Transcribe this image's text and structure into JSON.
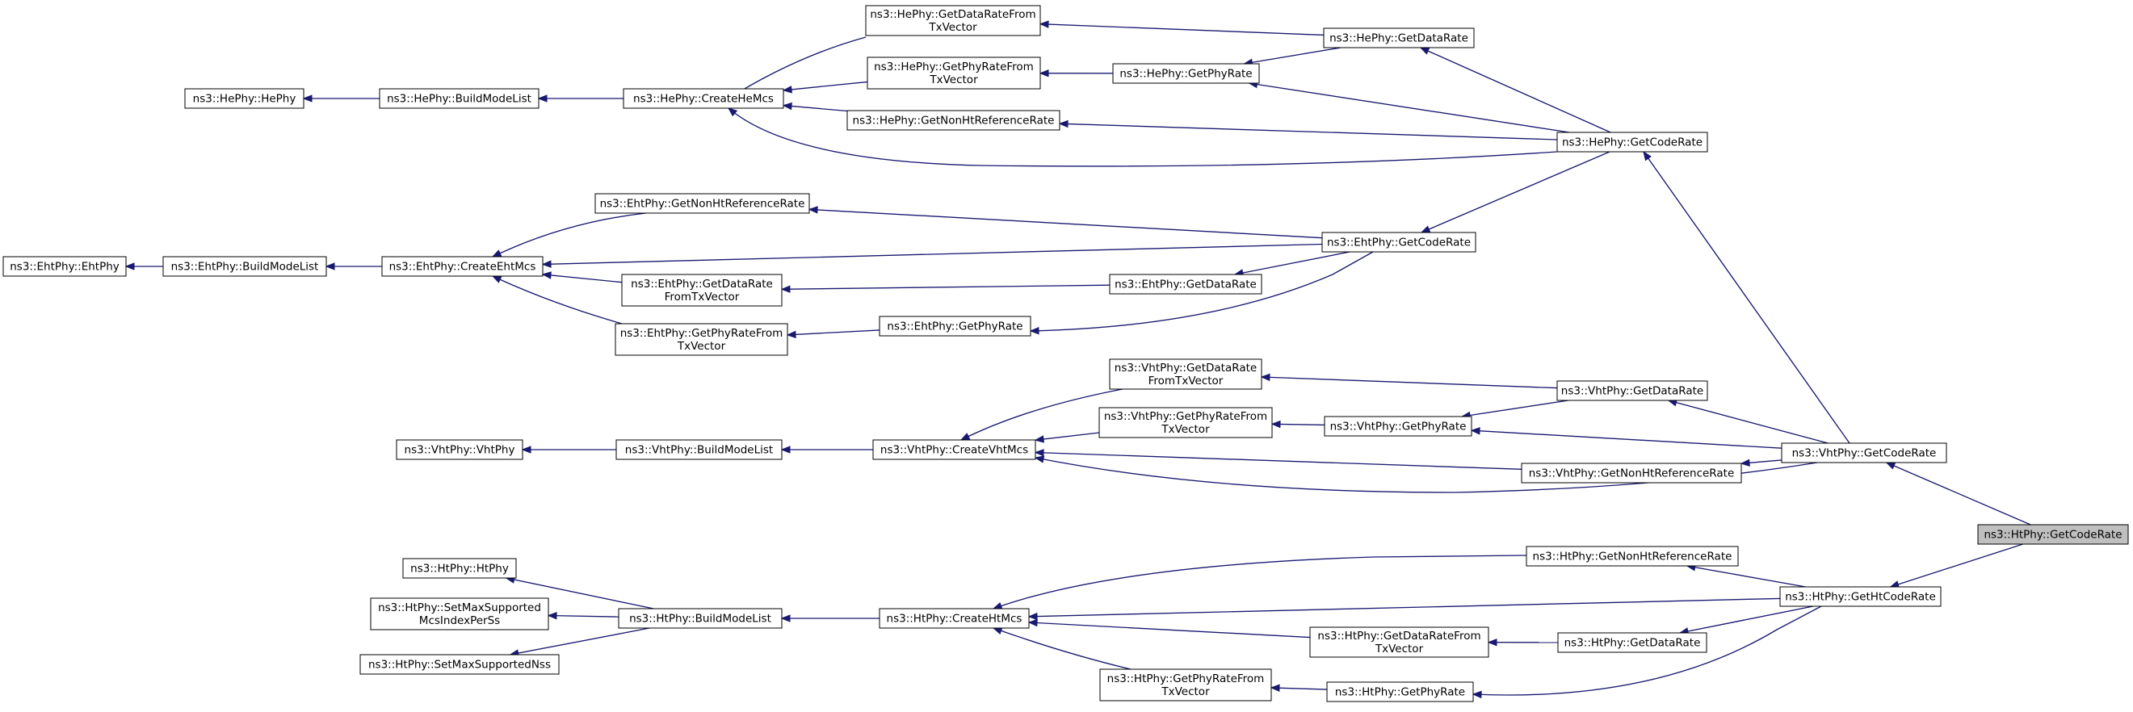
{
  "graph": {
    "colors": {
      "edge": "#191970",
      "node_fill": "#ffffff",
      "highlight_fill": "#bfbfbf",
      "border": "#000000"
    },
    "nodes": [
      {
        "id": "n1",
        "lines": [
          "ns3::HePhy::GetDataRateFrom",
          "TxVector"
        ]
      },
      {
        "id": "n2",
        "lines": [
          "ns3::HePhy::GetDataRate"
        ]
      },
      {
        "id": "n3",
        "lines": [
          "ns3::HePhy::GetPhyRateFrom",
          "TxVector"
        ]
      },
      {
        "id": "n4",
        "lines": [
          "ns3::HePhy::GetPhyRate"
        ]
      },
      {
        "id": "n5",
        "lines": [
          "ns3::HePhy::HePhy"
        ]
      },
      {
        "id": "n6",
        "lines": [
          "ns3::HePhy::BuildModeList"
        ]
      },
      {
        "id": "n7",
        "lines": [
          "ns3::HePhy::CreateHeMcs"
        ]
      },
      {
        "id": "n8",
        "lines": [
          "ns3::HePhy::GetNonHtReferenceRate"
        ]
      },
      {
        "id": "n9",
        "lines": [
          "ns3::HePhy::GetCodeRate"
        ]
      },
      {
        "id": "n10",
        "lines": [
          "ns3::EhtPhy::GetNonHtReferenceRate"
        ]
      },
      {
        "id": "n11",
        "lines": [
          "ns3::EhtPhy::EhtPhy"
        ]
      },
      {
        "id": "n12",
        "lines": [
          "ns3::EhtPhy::BuildModeList"
        ]
      },
      {
        "id": "n13",
        "lines": [
          "ns3::EhtPhy::CreateEhtMcs"
        ]
      },
      {
        "id": "n14",
        "lines": [
          "ns3::EhtPhy::GetCodeRate"
        ]
      },
      {
        "id": "n15",
        "lines": [
          "ns3::EhtPhy::GetDataRate",
          "FromTxVector"
        ]
      },
      {
        "id": "n16",
        "lines": [
          "ns3::EhtPhy::GetDataRate"
        ]
      },
      {
        "id": "n17",
        "lines": [
          "ns3::EhtPhy::GetPhyRateFrom",
          "TxVector"
        ]
      },
      {
        "id": "n18",
        "lines": [
          "ns3::EhtPhy::GetPhyRate"
        ]
      },
      {
        "id": "n19",
        "lines": [
          "ns3::VhtPhy::GetDataRate",
          "FromTxVector"
        ]
      },
      {
        "id": "n20",
        "lines": [
          "ns3::VhtPhy::GetDataRate"
        ]
      },
      {
        "id": "n21",
        "lines": [
          "ns3::VhtPhy::GetPhyRateFrom",
          "TxVector"
        ]
      },
      {
        "id": "n22",
        "lines": [
          "ns3::VhtPhy::GetPhyRate"
        ]
      },
      {
        "id": "n23",
        "lines": [
          "ns3::VhtPhy::VhtPhy"
        ]
      },
      {
        "id": "n24",
        "lines": [
          "ns3::VhtPhy::BuildModeList"
        ]
      },
      {
        "id": "n25",
        "lines": [
          "ns3::VhtPhy::CreateVhtMcs"
        ]
      },
      {
        "id": "n26",
        "lines": [
          "ns3::VhtPhy::GetCodeRate"
        ]
      },
      {
        "id": "n27",
        "lines": [
          "ns3::VhtPhy::GetNonHtReferenceRate"
        ]
      },
      {
        "id": "n28",
        "lines": [
          "ns3::HtPhy::GetCodeRate"
        ],
        "highlight": true
      },
      {
        "id": "n29",
        "lines": [
          "ns3::HtPhy::GetNonHtReferenceRate"
        ]
      },
      {
        "id": "n30",
        "lines": [
          "ns3::HtPhy::HtPhy"
        ]
      },
      {
        "id": "n31",
        "lines": [
          "ns3::HtPhy::GetHtCodeRate"
        ]
      },
      {
        "id": "n32",
        "lines": [
          "ns3::HtPhy::SetMaxSupported",
          "McsIndexPerSs"
        ]
      },
      {
        "id": "n33",
        "lines": [
          "ns3::HtPhy::BuildModeList"
        ]
      },
      {
        "id": "n34",
        "lines": [
          "ns3::HtPhy::CreateHtMcs"
        ]
      },
      {
        "id": "n35",
        "lines": [
          "ns3::HtPhy::GetDataRateFrom",
          "TxVector"
        ]
      },
      {
        "id": "n36",
        "lines": [
          "ns3::HtPhy::GetDataRate"
        ]
      },
      {
        "id": "n37",
        "lines": [
          "ns3::HtPhy::SetMaxSupportedNss"
        ]
      },
      {
        "id": "n38",
        "lines": [
          "ns3::HtPhy::GetPhyRateFrom",
          "TxVector"
        ]
      },
      {
        "id": "n39",
        "lines": [
          "ns3::HtPhy::GetPhyRate"
        ]
      }
    ],
    "edges": [
      [
        "n5",
        "n6"
      ],
      [
        "n6",
        "n7"
      ],
      [
        "n7",
        "n1"
      ],
      [
        "n7",
        "n3"
      ],
      [
        "n7",
        "n8"
      ],
      [
        "n7",
        "n9"
      ],
      [
        "n1",
        "n2"
      ],
      [
        "n3",
        "n4"
      ],
      [
        "n4",
        "n2"
      ],
      [
        "n2",
        "n9"
      ],
      [
        "n4",
        "n9"
      ],
      [
        "n8",
        "n9"
      ],
      [
        "n14",
        "n9"
      ],
      [
        "n9",
        "n26"
      ],
      [
        "n11",
        "n12"
      ],
      [
        "n12",
        "n13"
      ],
      [
        "n13",
        "n10"
      ],
      [
        "n13",
        "n14"
      ],
      [
        "n13",
        "n15"
      ],
      [
        "n13",
        "n17"
      ],
      [
        "n10",
        "n14"
      ],
      [
        "n15",
        "n16"
      ],
      [
        "n17",
        "n18"
      ],
      [
        "n16",
        "n14"
      ],
      [
        "n18",
        "n14"
      ],
      [
        "n23",
        "n24"
      ],
      [
        "n24",
        "n25"
      ],
      [
        "n25",
        "n19"
      ],
      [
        "n25",
        "n21"
      ],
      [
        "n25",
        "n27"
      ],
      [
        "n25",
        "n26"
      ],
      [
        "n19",
        "n20"
      ],
      [
        "n21",
        "n22"
      ],
      [
        "n22",
        "n20"
      ],
      [
        "n20",
        "n26"
      ],
      [
        "n22",
        "n26"
      ],
      [
        "n27",
        "n26"
      ],
      [
        "n26",
        "n28"
      ],
      [
        "n31",
        "n28"
      ],
      [
        "n30",
        "n33"
      ],
      [
        "n32",
        "n33"
      ],
      [
        "n37",
        "n33"
      ],
      [
        "n33",
        "n34"
      ],
      [
        "n34",
        "n29"
      ],
      [
        "n34",
        "n31"
      ],
      [
        "n34",
        "n35"
      ],
      [
        "n34",
        "n38"
      ],
      [
        "n29",
        "n31"
      ],
      [
        "n35",
        "n36"
      ],
      [
        "n38",
        "n39"
      ],
      [
        "n36",
        "n31"
      ],
      [
        "n39",
        "n31"
      ]
    ]
  }
}
